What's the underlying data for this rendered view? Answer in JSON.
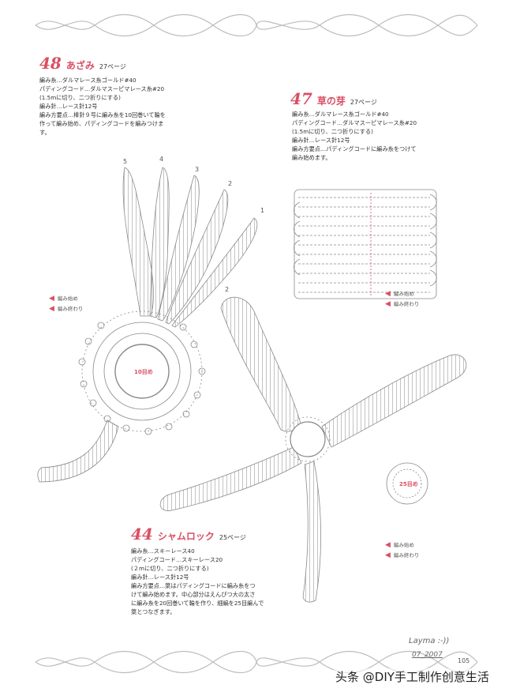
{
  "pattern48": {
    "number": "48",
    "name": "あざみ",
    "page": "27ページ",
    "notes": [
      "編み糸…ダルマレース糸ゴールド#40",
      "パディングコード…ダルマスーピマレース糸#20",
      "(1.5mに切り、二つ折りにする)",
      "編み針…レース針12号",
      "編み方要点…棒針９号に編み糸を10回巻いて輪を",
      "作って編み始め、パディングコードを編みつけま",
      "す。"
    ],
    "center_label": "10目め",
    "petal_numbers": [
      "5",
      "4",
      "3",
      "2",
      "1"
    ],
    "legend": {
      "start": "編み始め",
      "end": "編み終わり"
    }
  },
  "pattern47": {
    "number": "47",
    "name": "草の芽",
    "page": "27ページ",
    "notes": [
      "編み糸…ダルマレース糸ゴールド#40",
      "パディングコード…ダルマスーピマレース糸#20",
      "(1.5mに切り、二つ折りにする)",
      "編み針…レース針12号",
      "編み方要点…パディングコードに編み糸をつけて",
      "編み始めます。"
    ],
    "legend": {
      "start": "編み始め",
      "end": "編み終わり"
    }
  },
  "pattern44": {
    "number": "44",
    "name": "シャムロック",
    "page": "25ページ",
    "notes": [
      "編み糸…スキーレース40",
      "パディングコード…スキーレース20",
      "(２mに切り、二つ折りにする)",
      "編み針…レース針12号",
      "編み方要点…葉はパディングコードに編み糸をつ",
      "けて編み始めます。中心部分はえんぴつ大の太さ",
      "に編み糸を20回巻いて輪を作り、細編を25目編んで",
      "葉とつなぎます。"
    ],
    "center_label": "25目め",
    "leaf_number": "2",
    "legend": {
      "start": "編み始め",
      "end": "編み終わり"
    }
  },
  "footer": {
    "signature": "Layma :-))",
    "date": "07_2007",
    "page_number": "105",
    "watermark": "头条 @DIY手工制作创意生活"
  },
  "colors": {
    "accent": "#d94f63",
    "line": "#8a8a8a"
  }
}
